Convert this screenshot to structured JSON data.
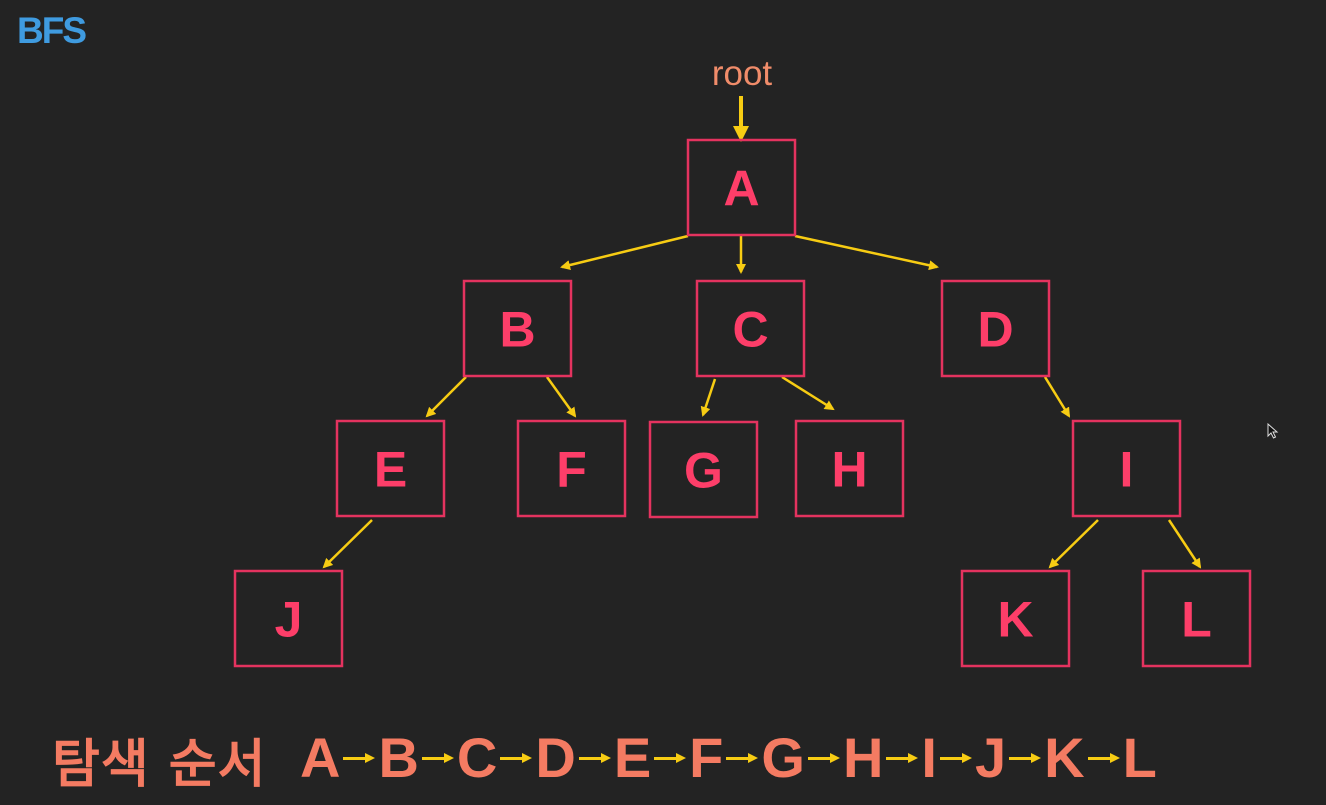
{
  "title": "BFS",
  "root_label": "root",
  "nodes": [
    "A",
    "B",
    "C",
    "D",
    "E",
    "F",
    "G",
    "H",
    "I",
    "J",
    "K",
    "L"
  ],
  "edges": [
    [
      "A",
      "B"
    ],
    [
      "A",
      "C"
    ],
    [
      "A",
      "D"
    ],
    [
      "B",
      "E"
    ],
    [
      "B",
      "F"
    ],
    [
      "C",
      "G"
    ],
    [
      "C",
      "H"
    ],
    [
      "D",
      "I"
    ],
    [
      "E",
      "J"
    ],
    [
      "I",
      "K"
    ],
    [
      "I",
      "L"
    ]
  ],
  "order_label": "탐색 순서",
  "order": [
    "A",
    "B",
    "C",
    "D",
    "E",
    "F",
    "G",
    "H",
    "I",
    "J",
    "K",
    "L"
  ],
  "colors": {
    "background": "#232323",
    "title": "#3f9be0",
    "node_border": "#e4335f",
    "node_text": "#fd3e69",
    "edge": "#f7cc13",
    "order_text": "#f47b62"
  },
  "icons": {
    "cursor": "mouse-pointer-icon"
  }
}
